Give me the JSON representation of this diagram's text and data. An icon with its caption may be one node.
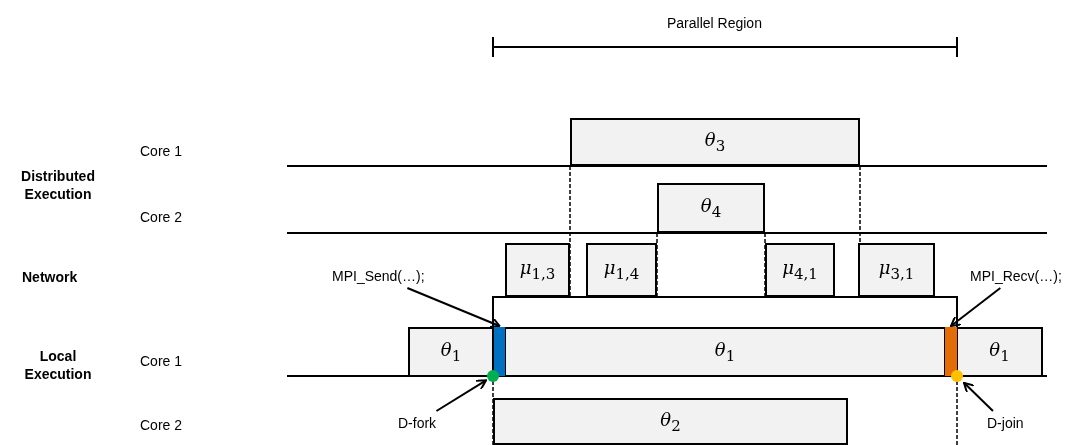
{
  "diagram": {
    "nodes": [
      {
        "text": [
          "*θ*$_{3}$"
        ]
      },
      {
        "text": [
          "*θ*$_{4}$"
        ]
      },
      {
        "text": [
          "*μ*$_{1,3}$"
        ]
      },
      {
        "text": [
          "*μ*$_{1,4}$"
        ]
      },
      {
        "text": [
          "*μ*$_{4,1}$"
        ]
      },
      {
        "text": [
          "*μ*$_{3,1}$"
        ]
      },
      {
        "text": [
          "*θ*$_{1}$"
        ]
      },
      {
        "text": [
          "*θ*$_{1}$"
        ]
      },
      {
        "text": [
          "*θ*$_{1}$"
        ]
      },
      {
        "text": [
          "*θ*$_{2}$"
        ]
      },
      {
        "text": [
          "MPI_Send(…);"
        ]
      },
      {
        "text": [],
        "shape": "bar"
      },
      {
        "text": [
          "MPI_Recv(…);"
        ]
      },
      {
        "text": [],
        "shape": "bar"
      },
      {
        "text": [
          "D-fork"
        ]
      },
      {
        "text": [],
        "shape": "circle"
      },
      {
        "text": [
          "D-join"
        ]
      },
      {
        "text": [],
        "shape": "circle"
      }
    ],
    "edges": [
      {
        "from": 10,
        "to": 11,
        "arrow": "to"
      },
      {
        "from": 12,
        "to": 13,
        "arrow": "to"
      },
      {
        "from": 14,
        "to": 15,
        "arrow": "to"
      },
      {
        "from": 16,
        "to": 17,
        "arrow": "to"
      }
    ],
    "labels": [
      "Parallel Region",
      "Core 1",
      "Distributed Execution",
      "Core 2",
      "Network",
      "Local Execution",
      "Core 1",
      "Core 2"
    ]
  }
}
